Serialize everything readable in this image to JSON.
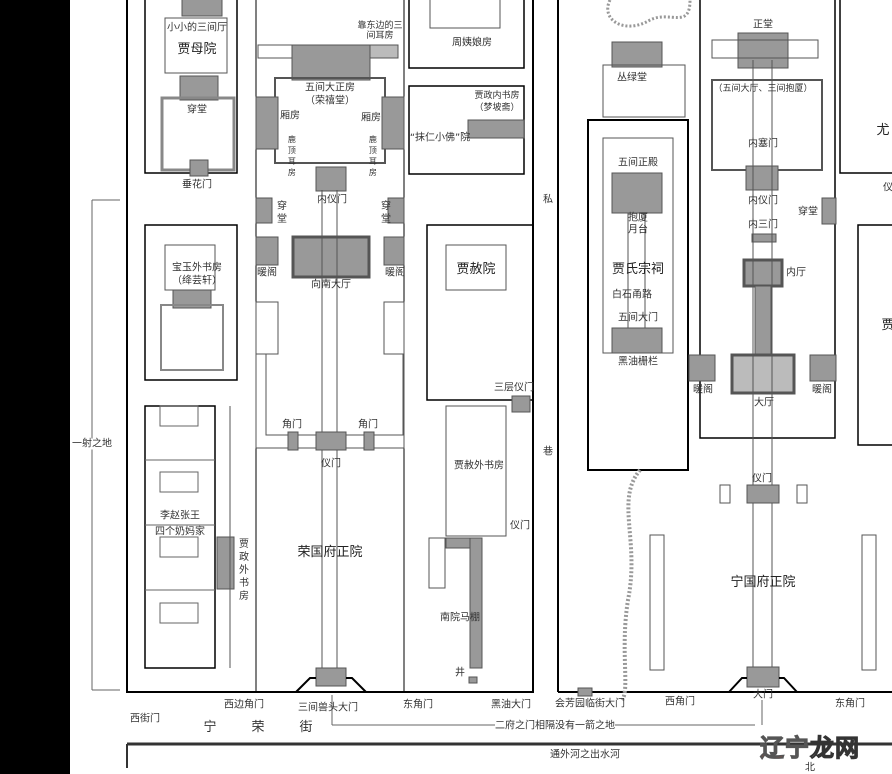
{
  "colors": {
    "wall": "#000000",
    "building": "#999999",
    "line": "#555555",
    "watermark_red": "#e04020"
  },
  "rongguo": {
    "small_hall": "小小的三间厅",
    "jiamu": "贾母院",
    "chuantang": "穿堂",
    "chuihuamen": "垂花门",
    "main_hall": "五间大正房",
    "main_hall_name": "（荣禧堂）",
    "xiangfang_l": "厢房",
    "xiangfang_r": "厢房",
    "erfang_l": "鹿顶耳房",
    "erfang_r": "鹿顶耳房",
    "east_erfang": "靠东边的三间耳房",
    "zhou": "周姨娘房",
    "study": "贾政内书房",
    "study_name": "（梦坡斋）",
    "buddha": "“抹仁小佛”院",
    "neiyimen": "内仪门",
    "chuantang_l": "穿堂",
    "chuantang_r": "穿堂",
    "nuange_l": "暖阁",
    "nuange_r": "暖阁",
    "south_hall": "向南大厅",
    "baoyu": "宝玉外书房",
    "baoyu_name": "（绛芸轩）",
    "jiashe": "贾赦院",
    "sanceng": "三层仪门",
    "jiaomen_l": "角门",
    "jiaomen_r": "角门",
    "yimen": "仪门",
    "jiashe_study": "贾赦外书房",
    "yimen2": "仪门",
    "nanny1": "李赵张王",
    "nanny2": "四个奶妈家",
    "jiazheng_study": "贾政外书房",
    "main_yard": "荣国府正院",
    "stable": "南院马棚",
    "well": "井",
    "west_gate": "西边角门",
    "front_gate": "三间兽头大门",
    "east_gate": "东角门",
    "black_gate": "黑油大门"
  },
  "street": {
    "west_street_gate": "西街门",
    "chars": [
      "宁",
      "荣",
      "街"
    ],
    "distance": "一射之地",
    "between": "二府之门相隔没有一箭之地",
    "lane_1": "私",
    "lane_2": "巷",
    "river": "通外河之出水河",
    "north": "北"
  },
  "ningguo": {
    "garden_gate": "会芳园临街大门",
    "west_gate": "西角门",
    "gate": "大门",
    "east_gate": "东角门",
    "main_yard": "宁国府正院",
    "yimen": "仪门",
    "hall": "大厅",
    "nuange_l": "暖阁",
    "nuange_r": "暖阁",
    "inner_hall": "内厅",
    "neisanmen": "内三门",
    "neiyimen": "内仪门",
    "chuantang": "穿堂",
    "neisaimen": "内塞门",
    "big_hall": "（五间大厅、三间抱厦）",
    "zhengtang": "正堂",
    "conglu": "丛绿堂",
    "zhengdian": "五间正殿",
    "baosha": "抱厦",
    "yuetai": "月台",
    "ancestral": "贾氏宗祠",
    "path": "白石甬路",
    "damen": "五间大门",
    "fence": "黑油栅栏",
    "you": "尤",
    "jia": "贾",
    "yi": "仪"
  },
  "watermark": {
    "part1": "辽宁",
    "part2": "龙网"
  }
}
